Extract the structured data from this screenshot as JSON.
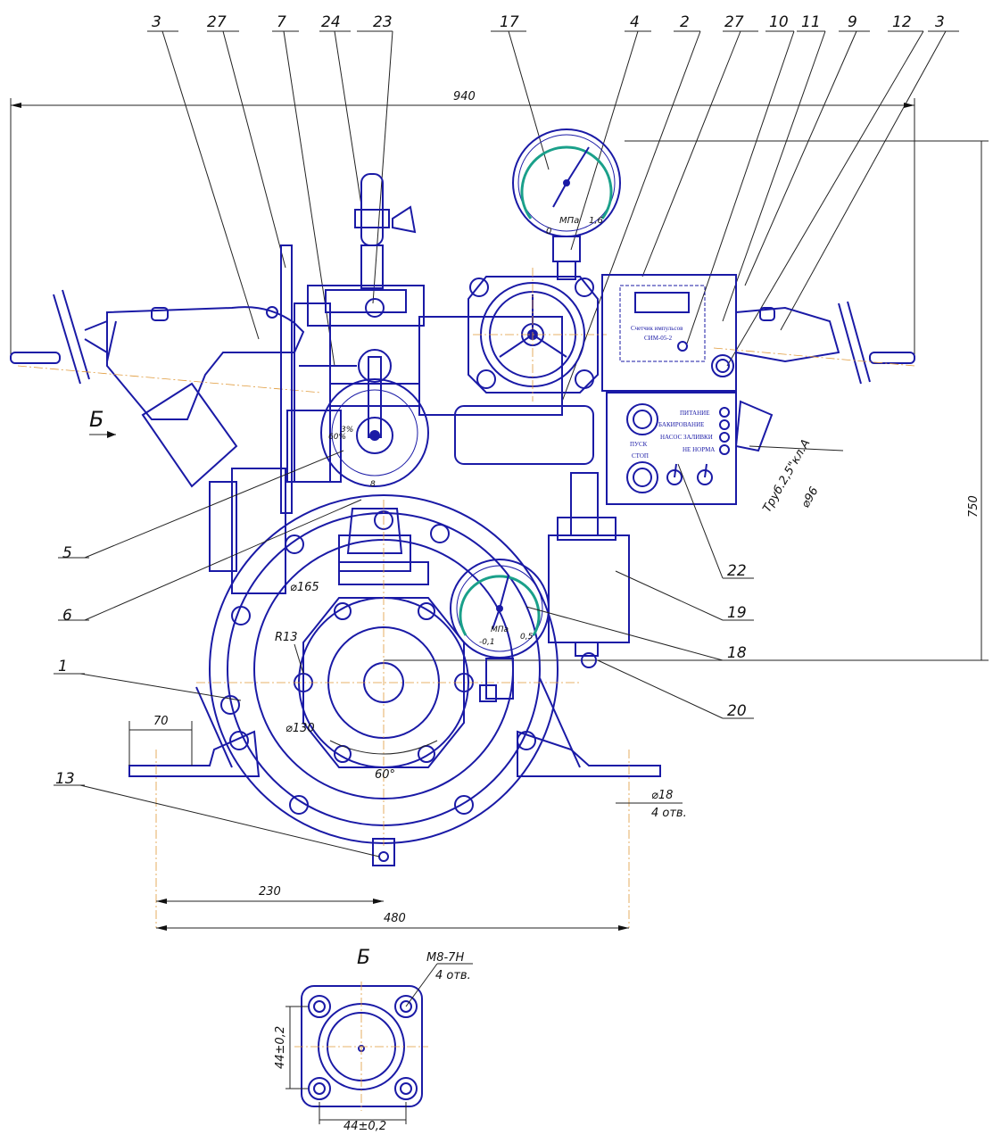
{
  "callouts_top": [
    "3",
    "27",
    "7",
    "24",
    "23",
    "17",
    "4",
    "2",
    "27",
    "10",
    "11",
    "9",
    "12",
    "3"
  ],
  "callouts_left": [
    "5",
    "6",
    "1",
    "13"
  ],
  "callouts_right": [
    "22",
    "19",
    "18",
    "20"
  ],
  "view_label": "Б",
  "section_label": "Б",
  "dimensions": {
    "overall_width": "940",
    "overall_height": "750",
    "d165": "⌀165",
    "r13": "R13",
    "d130": "⌀130",
    "angle": "60°",
    "d70": "70",
    "d230": "230",
    "d480": "480",
    "hole_d": "⌀18",
    "hole_n": "4 отв.",
    "pipe": "Труб.2,5\"кл.А",
    "d96": "⌀96",
    "thread": "М8-7Н",
    "thread_n": "4 отв.",
    "flange_v": "44±0,2",
    "flange_h": "44±0,2"
  },
  "gauge_top": {
    "unit": "МПа",
    "min": "0",
    "max": "1,6"
  },
  "gauge_bottom": {
    "unit": "МПа",
    "min": "-0,1",
    "max": "0,5"
  },
  "dial": {
    "a": "60%",
    "b": "3%",
    "c": "8"
  },
  "control_panel": {
    "display_label": "Счетчик импульсов",
    "display_model": "СИМ-05-2",
    "indicators": [
      "ПИТАНИЕ",
      "БАКИРОВАНИЕ",
      "НАСОС ЗАЛИВКИ",
      "НЕ НОРМА"
    ],
    "start": "ПУСК",
    "stop": "СТОП"
  }
}
